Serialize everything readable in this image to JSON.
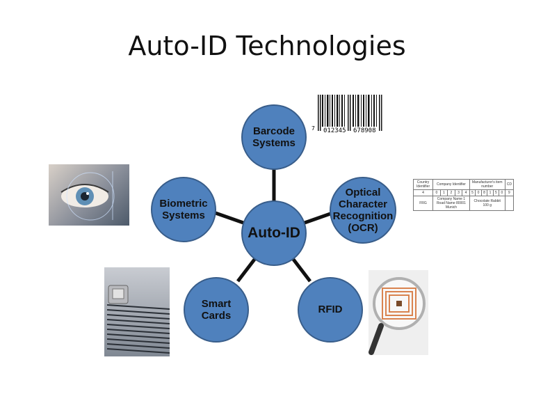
{
  "title": "Auto-ID Technologies",
  "center": {
    "label": "Auto-ID"
  },
  "nodes": [
    {
      "id": "barcode",
      "label": "Barcode\nSystems"
    },
    {
      "id": "ocr",
      "label": "Optical\nCharacter\nRecognition\n(OCR)"
    },
    {
      "id": "rfid",
      "label": "RFID"
    },
    {
      "id": "smart",
      "label": "Smart\nCards"
    },
    {
      "id": "bio",
      "label": "Biometric\nSystems"
    }
  ],
  "barcode_image": {
    "lead_digit": "7",
    "left_digits": "012345",
    "right_digits": "678908"
  },
  "ocr_table": {
    "headers": [
      "Country Identifier",
      "Company Identifier",
      "Manufacturer's item number",
      "CD"
    ],
    "digits": [
      "4",
      "0",
      "1",
      "2",
      "3",
      "4",
      "5",
      "0",
      "8",
      "1",
      "5",
      "0",
      "9"
    ],
    "row3": [
      "FRG",
      "Company Name 1 Road Name 80001 Munich",
      "Chocolate Rabbit 100 g",
      ""
    ]
  },
  "colors": {
    "node_fill": "#4f81bd",
    "node_stroke": "#385d8a",
    "link": "#111111"
  }
}
